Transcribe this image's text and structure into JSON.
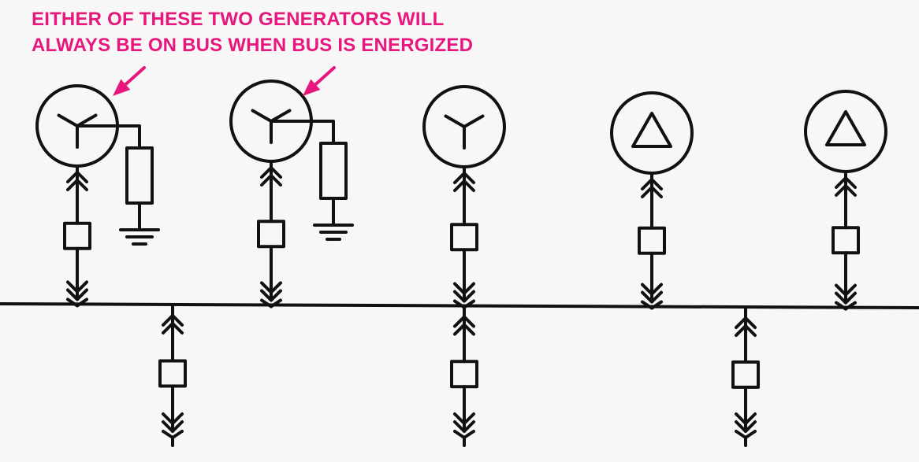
{
  "annotation": {
    "line1": "EITHER OF THESE TWO GENERATORS WILL",
    "line2": "ALWAYS BE ON BUS WHEN BUS IS ENERGIZED"
  },
  "colors": {
    "accent": "#e8177d",
    "ink": "#111111",
    "background": "#f7f7f7"
  },
  "generators": [
    {
      "id": "g1",
      "winding": "wye",
      "neutral_grounded": true,
      "called_out": true
    },
    {
      "id": "g2",
      "winding": "wye",
      "neutral_grounded": true,
      "called_out": true
    },
    {
      "id": "g3",
      "winding": "wye",
      "neutral_grounded": false,
      "called_out": false
    },
    {
      "id": "g4",
      "winding": "delta",
      "neutral_grounded": false,
      "called_out": false
    },
    {
      "id": "g5",
      "winding": "delta",
      "neutral_grounded": false,
      "called_out": false
    }
  ],
  "feeders": [
    {
      "id": "f1",
      "component": "breaker"
    },
    {
      "id": "f2",
      "component": "breaker"
    },
    {
      "id": "f3",
      "component": "breaker"
    }
  ]
}
